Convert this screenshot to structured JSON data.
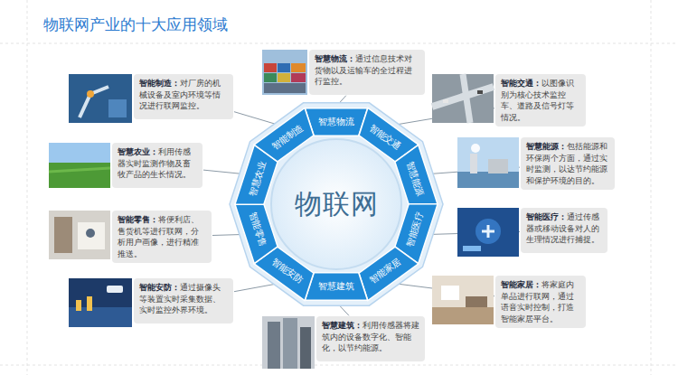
{
  "diagram": {
    "title": "物联网产业的十大应用领域",
    "nodes": [
      {
        "text": [
          "物联网"
        ]
      },
      {
        "text": [
          "智慧物流"
        ],
        "in": 0
      },
      {
        "text": [
          "智能交通"
        ],
        "in": 0
      },
      {
        "text": [
          "智慧能源"
        ],
        "in": 0
      },
      {
        "text": [
          "智能医疗"
        ],
        "in": 0
      },
      {
        "text": [
          "智能家居"
        ],
        "in": 0
      },
      {
        "text": [
          "智慧建筑"
        ],
        "in": 0
      },
      {
        "text": [
          "智能安防"
        ],
        "in": 0
      },
      {
        "text": [
          "智能零售"
        ],
        "in": 0
      },
      {
        "text": [
          "智慧农业"
        ],
        "in": 0
      },
      {
        "text": [
          "智能制造"
        ],
        "in": 0
      },
      {
        "text": [
          "智慧物流：",
          "通过信息技术对货物以及运输车的全过程进行监控。"
        ]
      },
      {
        "text": [
          "智能交通：",
          "以图像识别为核心技术监控车、道路及信号灯等情况。"
        ]
      },
      {
        "text": [
          "智慧能源：",
          "包括能源和环保两个方面，通过实时监测，以达节约能源和保护环境的目的。"
        ]
      },
      {
        "text": [
          "智能医疗：",
          "通过传感器或移动设备对人的生理情况进行捕捉。"
        ]
      },
      {
        "text": [
          "智能家居：",
          "将家庭内单品进行联网，通过语音实时控制，打造智能家居平台。"
        ]
      },
      {
        "text": [
          "智慧建筑：",
          "利用传感器将建筑内的设备数字化、智能化，以节约能源。"
        ]
      },
      {
        "text": [
          "智能安防：",
          "通过摄像头等装置实时采集数据、实时监控外界环境。"
        ]
      },
      {
        "text": [
          "智能零售：",
          "将便利店、售货机等进行联网，分析用户画像，进行精准推送。"
        ]
      },
      {
        "text": [
          "智慧农业：",
          "利用传感器实时监测作物及畜牧产品的生长情况。"
        ]
      },
      {
        "text": [
          "智能制造：",
          "对厂房的机械设备及室内环境等情况进行联网监控。"
        ]
      }
    ],
    "edges": [
      {
        "from": 1,
        "to": 11,
        "arrow": "none"
      },
      {
        "from": 2,
        "to": 12,
        "arrow": "none"
      },
      {
        "from": 3,
        "to": 13,
        "arrow": "none"
      },
      {
        "from": 4,
        "to": 14,
        "arrow": "none"
      },
      {
        "from": 5,
        "to": 15,
        "arrow": "none"
      },
      {
        "from": 6,
        "to": 16,
        "arrow": "none"
      },
      {
        "from": 7,
        "to": 17,
        "arrow": "none"
      },
      {
        "from": 8,
        "to": 18,
        "arrow": "none"
      },
      {
        "from": 9,
        "to": 19,
        "arrow": "none"
      },
      {
        "from": 10,
        "to": 20,
        "arrow": "none"
      }
    ]
  }
}
